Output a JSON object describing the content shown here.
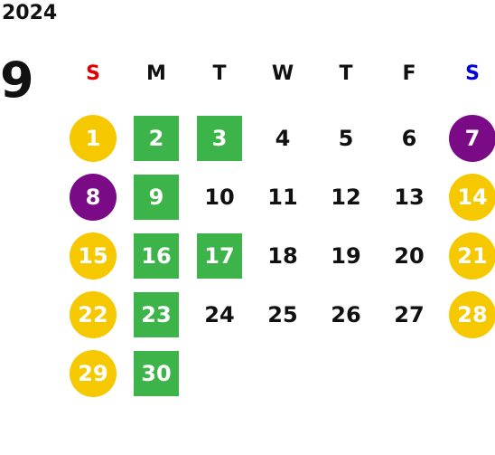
{
  "calendar": {
    "year": "2024",
    "month": "9",
    "weekdays": [
      {
        "label": "S",
        "color": "#e00000"
      },
      {
        "label": "M",
        "color": "#111111"
      },
      {
        "label": "T",
        "color": "#111111"
      },
      {
        "label": "W",
        "color": "#111111"
      },
      {
        "label": "T",
        "color": "#111111"
      },
      {
        "label": "F",
        "color": "#111111"
      },
      {
        "label": "S",
        "color": "#0000e0"
      }
    ],
    "colors": {
      "yellow_circle": "#f5c800",
      "purple_circle": "#7a0a86",
      "green_square": "#3cb449"
    },
    "days": [
      {
        "label": "1",
        "col": 0,
        "row": 0,
        "style": "yellow-circle"
      },
      {
        "label": "2",
        "col": 1,
        "row": 0,
        "style": "green-square"
      },
      {
        "label": "3",
        "col": 2,
        "row": 0,
        "style": "green-square"
      },
      {
        "label": "4",
        "col": 3,
        "row": 0,
        "style": "plain"
      },
      {
        "label": "5",
        "col": 4,
        "row": 0,
        "style": "plain"
      },
      {
        "label": "6",
        "col": 5,
        "row": 0,
        "style": "plain"
      },
      {
        "label": "7",
        "col": 6,
        "row": 0,
        "style": "purple-circle"
      },
      {
        "label": "8",
        "col": 0,
        "row": 1,
        "style": "purple-circle"
      },
      {
        "label": "9",
        "col": 1,
        "row": 1,
        "style": "green-square"
      },
      {
        "label": "10",
        "col": 2,
        "row": 1,
        "style": "plain"
      },
      {
        "label": "11",
        "col": 3,
        "row": 1,
        "style": "plain"
      },
      {
        "label": "12",
        "col": 4,
        "row": 1,
        "style": "plain"
      },
      {
        "label": "13",
        "col": 5,
        "row": 1,
        "style": "plain"
      },
      {
        "label": "14",
        "col": 6,
        "row": 1,
        "style": "yellow-circle"
      },
      {
        "label": "15",
        "col": 0,
        "row": 2,
        "style": "yellow-circle"
      },
      {
        "label": "16",
        "col": 1,
        "row": 2,
        "style": "green-square"
      },
      {
        "label": "17",
        "col": 2,
        "row": 2,
        "style": "green-square"
      },
      {
        "label": "18",
        "col": 3,
        "row": 2,
        "style": "plain"
      },
      {
        "label": "19",
        "col": 4,
        "row": 2,
        "style": "plain"
      },
      {
        "label": "20",
        "col": 5,
        "row": 2,
        "style": "plain"
      },
      {
        "label": "21",
        "col": 6,
        "row": 2,
        "style": "yellow-circle"
      },
      {
        "label": "22",
        "col": 0,
        "row": 3,
        "style": "yellow-circle"
      },
      {
        "label": "23",
        "col": 1,
        "row": 3,
        "style": "green-square"
      },
      {
        "label": "24",
        "col": 2,
        "row": 3,
        "style": "plain"
      },
      {
        "label": "25",
        "col": 3,
        "row": 3,
        "style": "plain"
      },
      {
        "label": "26",
        "col": 4,
        "row": 3,
        "style": "plain"
      },
      {
        "label": "27",
        "col": 5,
        "row": 3,
        "style": "plain"
      },
      {
        "label": "28",
        "col": 6,
        "row": 3,
        "style": "yellow-circle"
      },
      {
        "label": "29",
        "col": 0,
        "row": 4,
        "style": "yellow-circle"
      },
      {
        "label": "30",
        "col": 1,
        "row": 4,
        "style": "green-square"
      }
    ]
  }
}
